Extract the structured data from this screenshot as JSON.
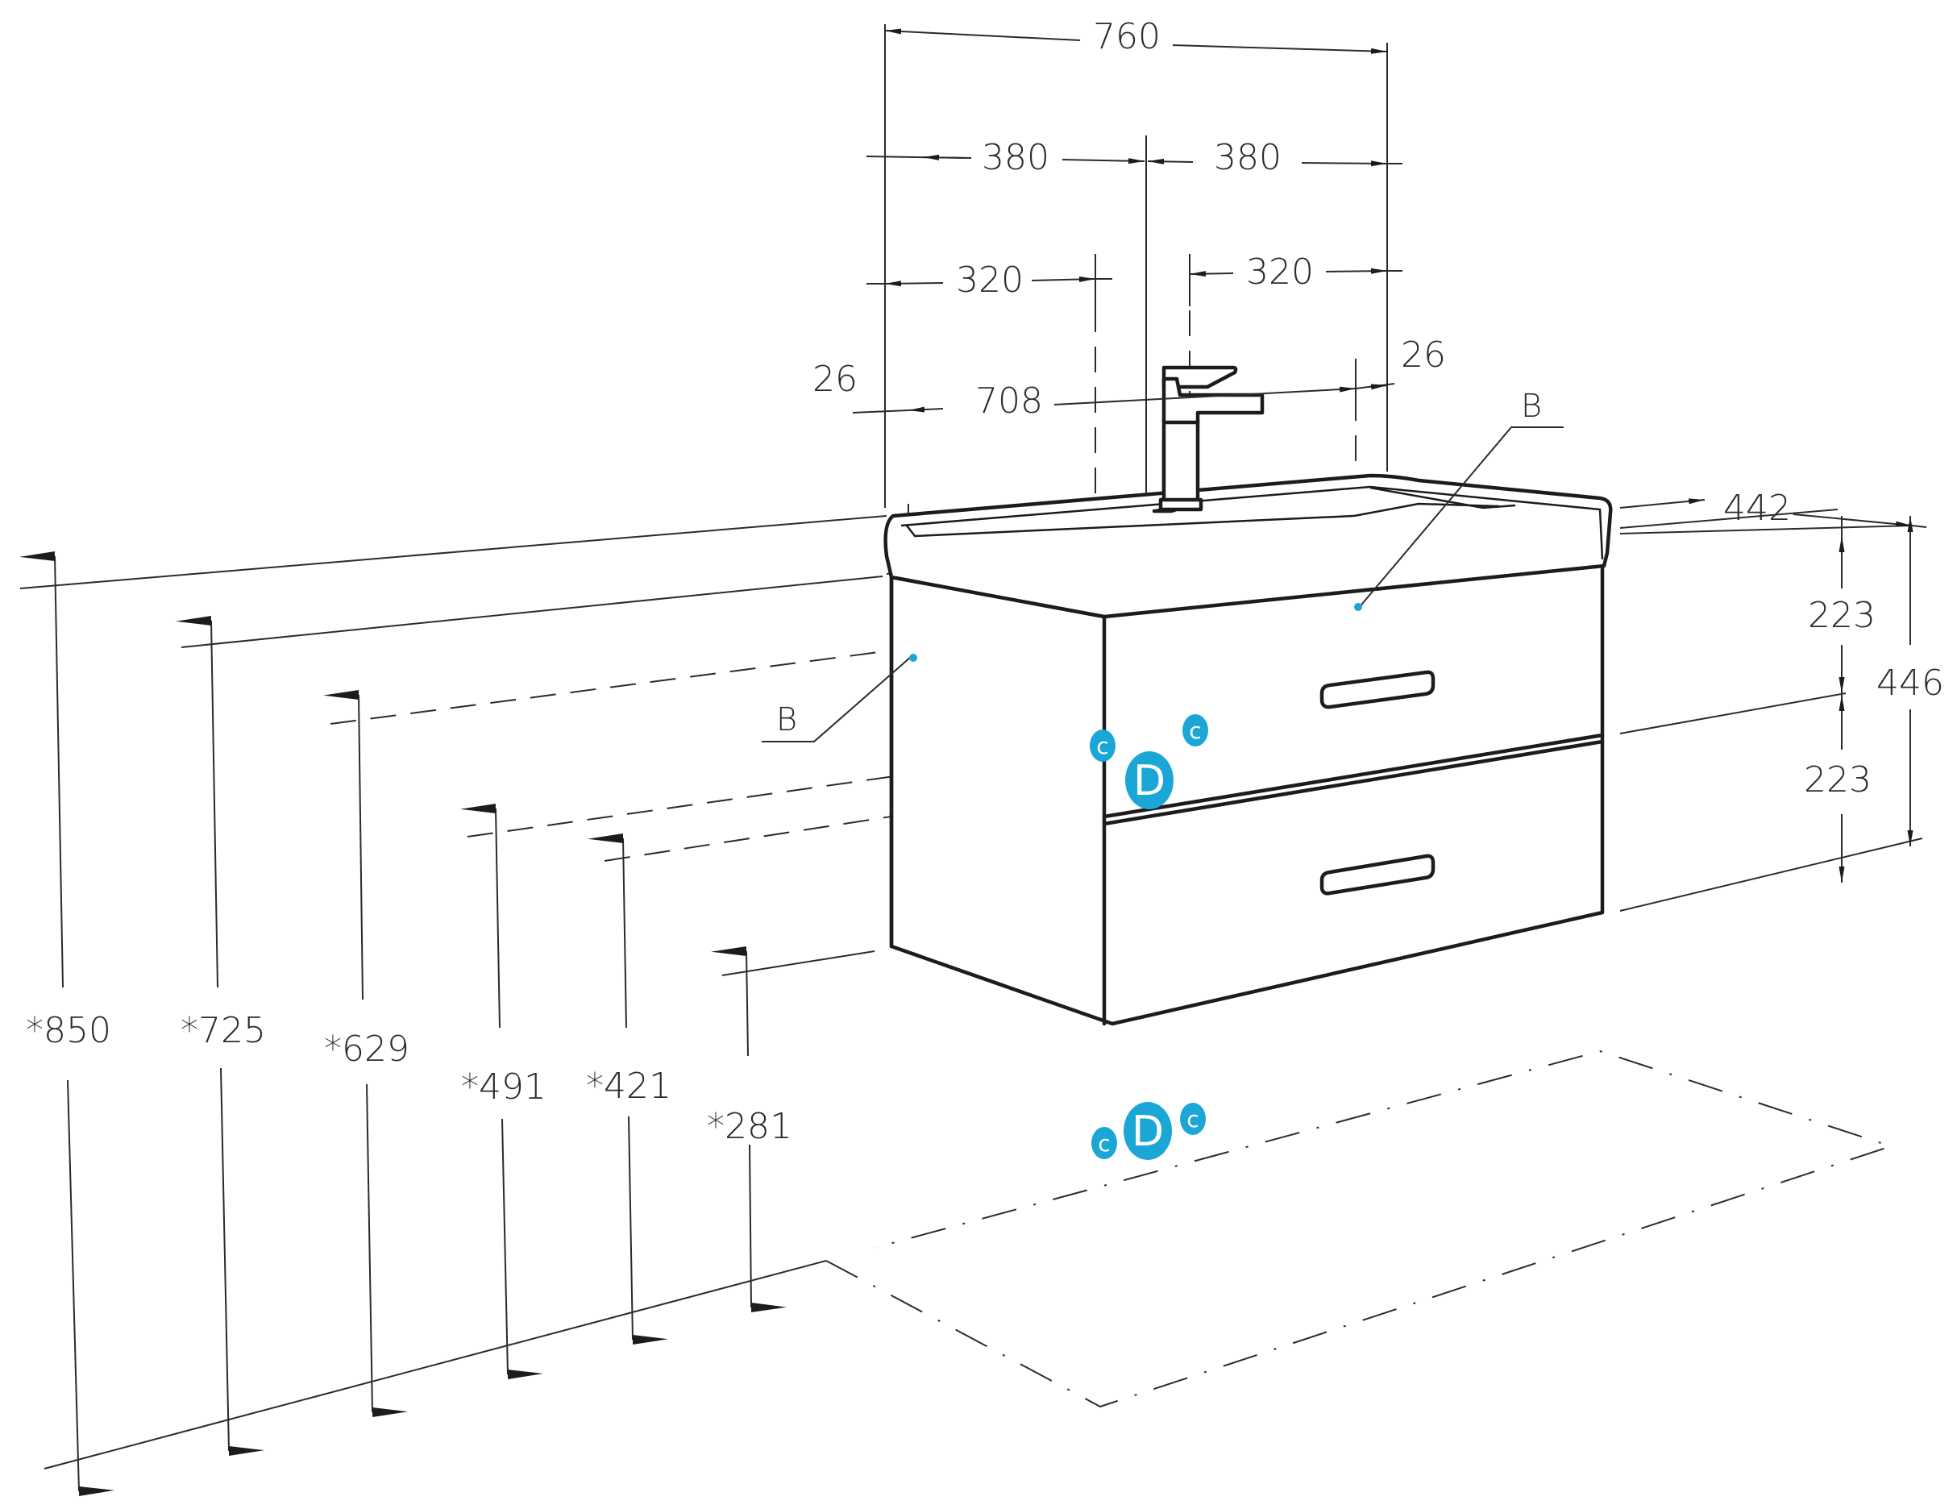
{
  "diagram": {
    "connection_color": "#1ba7d6",
    "dimensions": {
      "total_width": "760",
      "half_left": "380",
      "half_right": "380",
      "hole_left": "320",
      "hole_right": "320",
      "inner_width": "708",
      "edge_left": "26",
      "edge_right": "26",
      "depth": "442",
      "drawer_upper": "223",
      "drawer_lower": "223",
      "cabinet_height": "446"
    },
    "heights": {
      "h850": "*850",
      "h725": "*725",
      "h629": "*629",
      "h491": "*491",
      "h421": "*421",
      "h281": "*281"
    },
    "markers": {
      "b_right": "B",
      "b_left": "B"
    },
    "connections": {
      "drain": "D",
      "cold": "c",
      "hot": "c"
    }
  }
}
